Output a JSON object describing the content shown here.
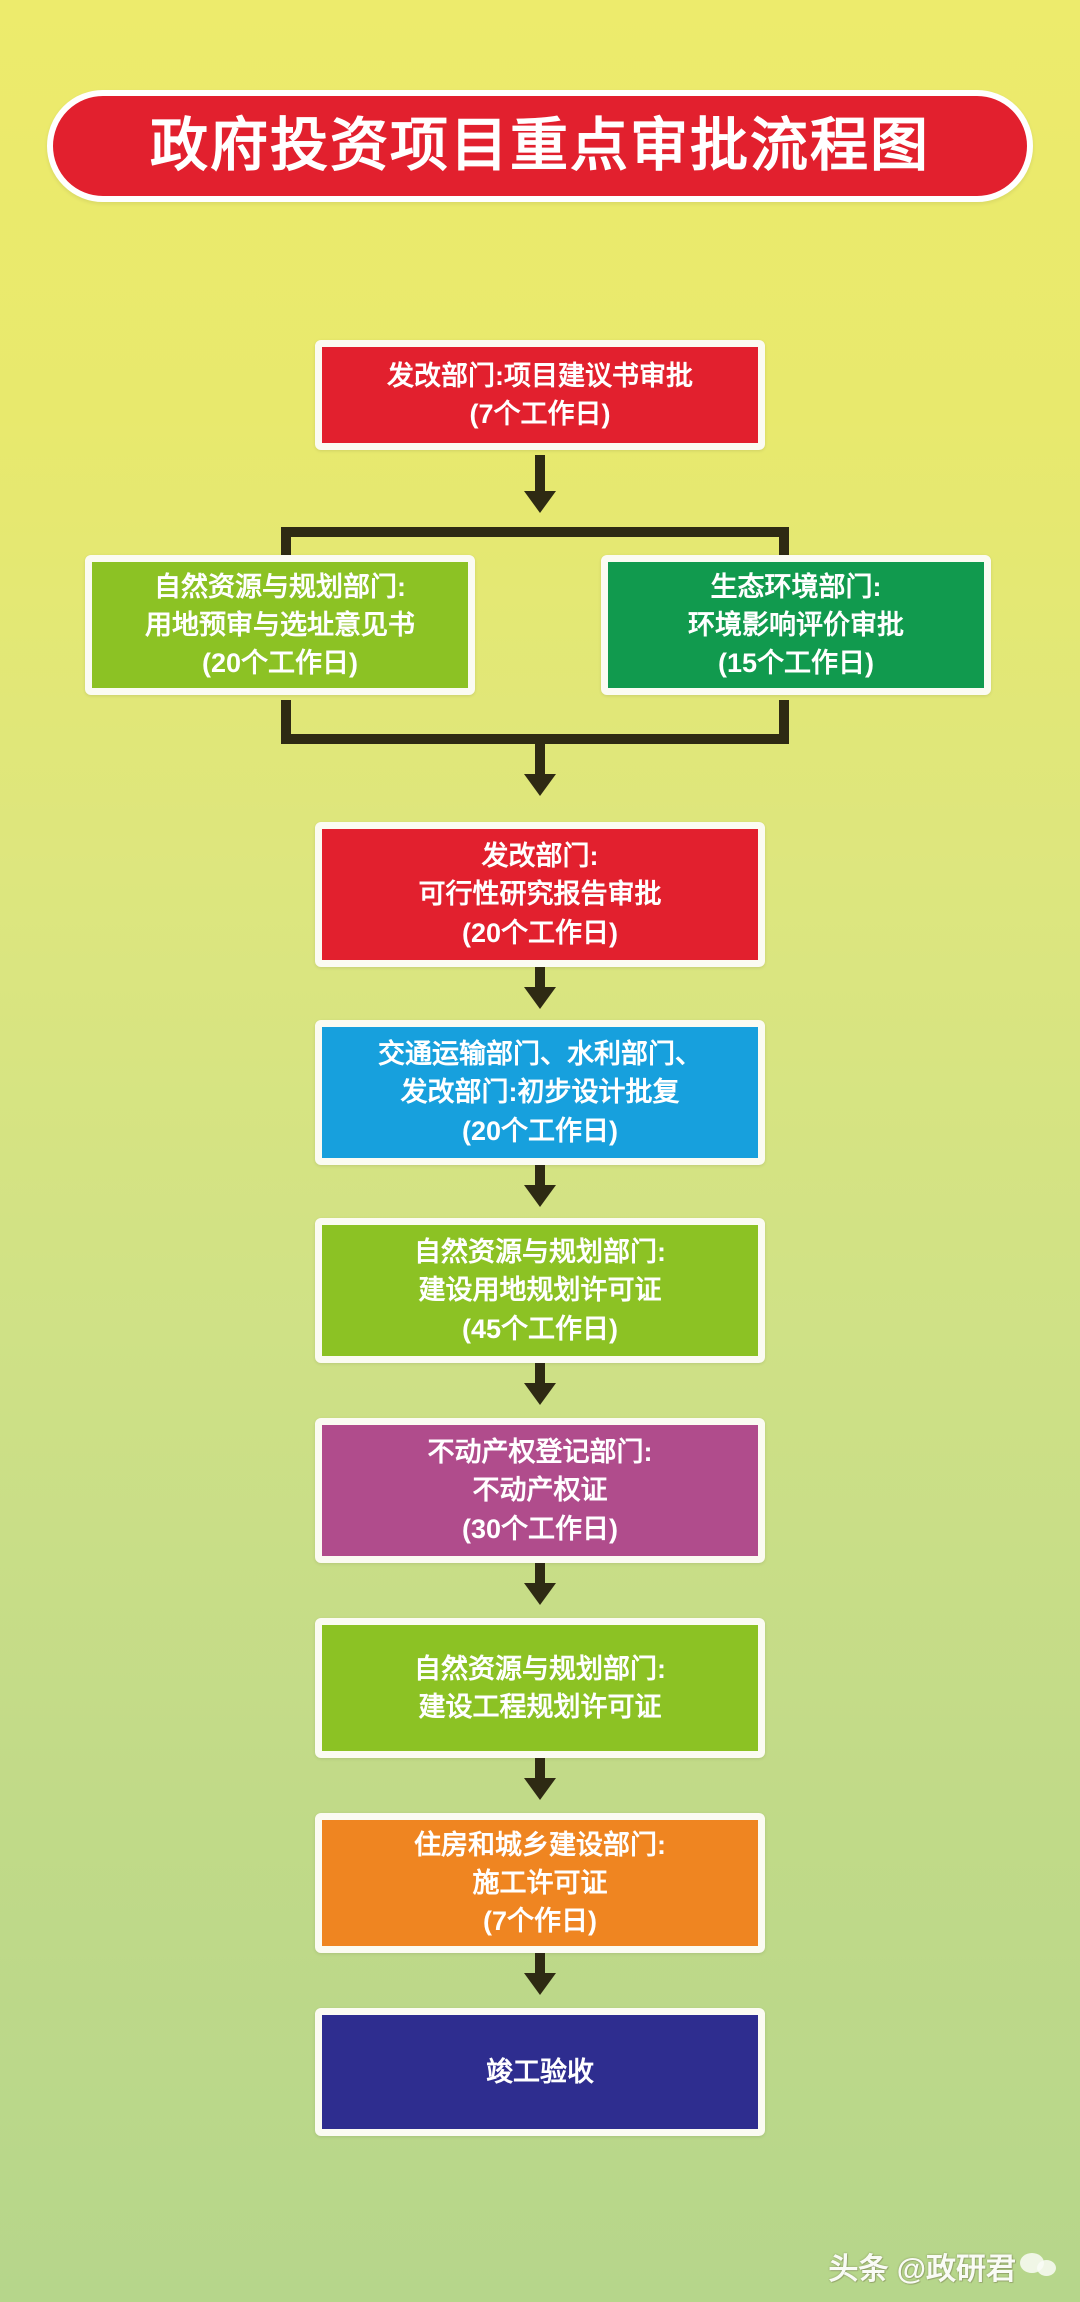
{
  "title": {
    "text": "政府投资项目重点审批流程图",
    "banner_color": "#e2202e",
    "text_color": "#ffffff"
  },
  "background": {
    "gradient_top": "#edeb6c",
    "gradient_bottom": "#b6d68b"
  },
  "chart_data": {
    "type": "flowchart",
    "title": "政府投资项目重点审批流程图",
    "orientation": "top-to-bottom",
    "nodes": [
      {
        "id": "n1",
        "lines": [
          "发改部门:项目建议书审批",
          "(7个工作日)"
        ],
        "department": "发改部门",
        "item": "项目建议书审批",
        "duration_days": 7,
        "duration_label": "(7个工作日)",
        "color": "#e2202e",
        "lane": "center"
      },
      {
        "id": "n2a",
        "lines": [
          "自然资源与规划部门:",
          "用地预审与选址意见书",
          "(20个工作日)"
        ],
        "department": "自然资源与规划部门",
        "item": "用地预审与选址意见书",
        "duration_days": 20,
        "duration_label": "(20个工作日)",
        "color": "#8cc224",
        "lane": "branch-left"
      },
      {
        "id": "n2b",
        "lines": [
          "生态环境部门:",
          "环境影响评价审批",
          "(15个工作日)"
        ],
        "department": "生态环境部门",
        "item": "环境影响评价审批",
        "duration_days": 15,
        "duration_label": "(15个工作日)",
        "color": "#119a4e",
        "lane": "branch-right"
      },
      {
        "id": "n3",
        "lines": [
          "发改部门:",
          "可行性研究报告审批",
          "(20个工作日)"
        ],
        "department": "发改部门",
        "item": "可行性研究报告审批",
        "duration_days": 20,
        "duration_label": "(20个工作日)",
        "color": "#e2202e",
        "lane": "center"
      },
      {
        "id": "n4",
        "lines": [
          "交通运输部门、水利部门、",
          "发改部门:初步设计批复",
          "(20个工作日)"
        ],
        "department": "交通运输部门、水利部门、发改部门",
        "item": "初步设计批复",
        "duration_days": 20,
        "duration_label": "(20个工作日)",
        "color": "#17a0dd",
        "lane": "center"
      },
      {
        "id": "n5",
        "lines": [
          "自然资源与规划部门:",
          "建设用地规划许可证",
          "(45个工作日)"
        ],
        "department": "自然资源与规划部门",
        "item": "建设用地规划许可证",
        "duration_days": 45,
        "duration_label": "(45个工作日)",
        "color": "#8cc224",
        "lane": "center"
      },
      {
        "id": "n6",
        "lines": [
          "不动产权登记部门:",
          "不动产权证",
          "(30个工作日)"
        ],
        "department": "不动产权登记部门",
        "item": "不动产权证",
        "duration_days": 30,
        "duration_label": "(30个工作日)",
        "color": "#b04c8c",
        "lane": "center"
      },
      {
        "id": "n7",
        "lines": [
          "自然资源与规划部门:",
          "建设工程规划许可证"
        ],
        "department": "自然资源与规划部门",
        "item": "建设工程规划许可证",
        "duration_days": null,
        "duration_label": "",
        "color": "#8cc224",
        "lane": "center"
      },
      {
        "id": "n8",
        "lines": [
          "住房和城乡建设部门:",
          "施工许可证",
          "(7个作日)"
        ],
        "department": "住房和城乡建设部门",
        "item": "施工许可证",
        "duration_days": 7,
        "duration_label": "(7个作日)",
        "color": "#ef8521",
        "lane": "center"
      },
      {
        "id": "n9",
        "lines": [
          "竣工验收"
        ],
        "department": "",
        "item": "竣工验收",
        "duration_days": null,
        "duration_label": "",
        "color": "#2e2d8f",
        "lane": "center"
      }
    ],
    "edges": [
      {
        "from": "n1",
        "to": [
          "n2a",
          "n2b"
        ],
        "style": "split-bracket"
      },
      {
        "from": [
          "n2a",
          "n2b"
        ],
        "to": "n3",
        "style": "merge-bracket"
      },
      {
        "from": "n3",
        "to": "n4",
        "style": "arrow"
      },
      {
        "from": "n4",
        "to": "n5",
        "style": "arrow"
      },
      {
        "from": "n5",
        "to": "n6",
        "style": "arrow"
      },
      {
        "from": "n6",
        "to": "n7",
        "style": "arrow"
      },
      {
        "from": "n7",
        "to": "n8",
        "style": "arrow"
      },
      {
        "from": "n8",
        "to": "n9",
        "style": "arrow"
      }
    ],
    "connector_color": "#2e2a13"
  },
  "watermark": {
    "text": "头条 @政研君"
  }
}
